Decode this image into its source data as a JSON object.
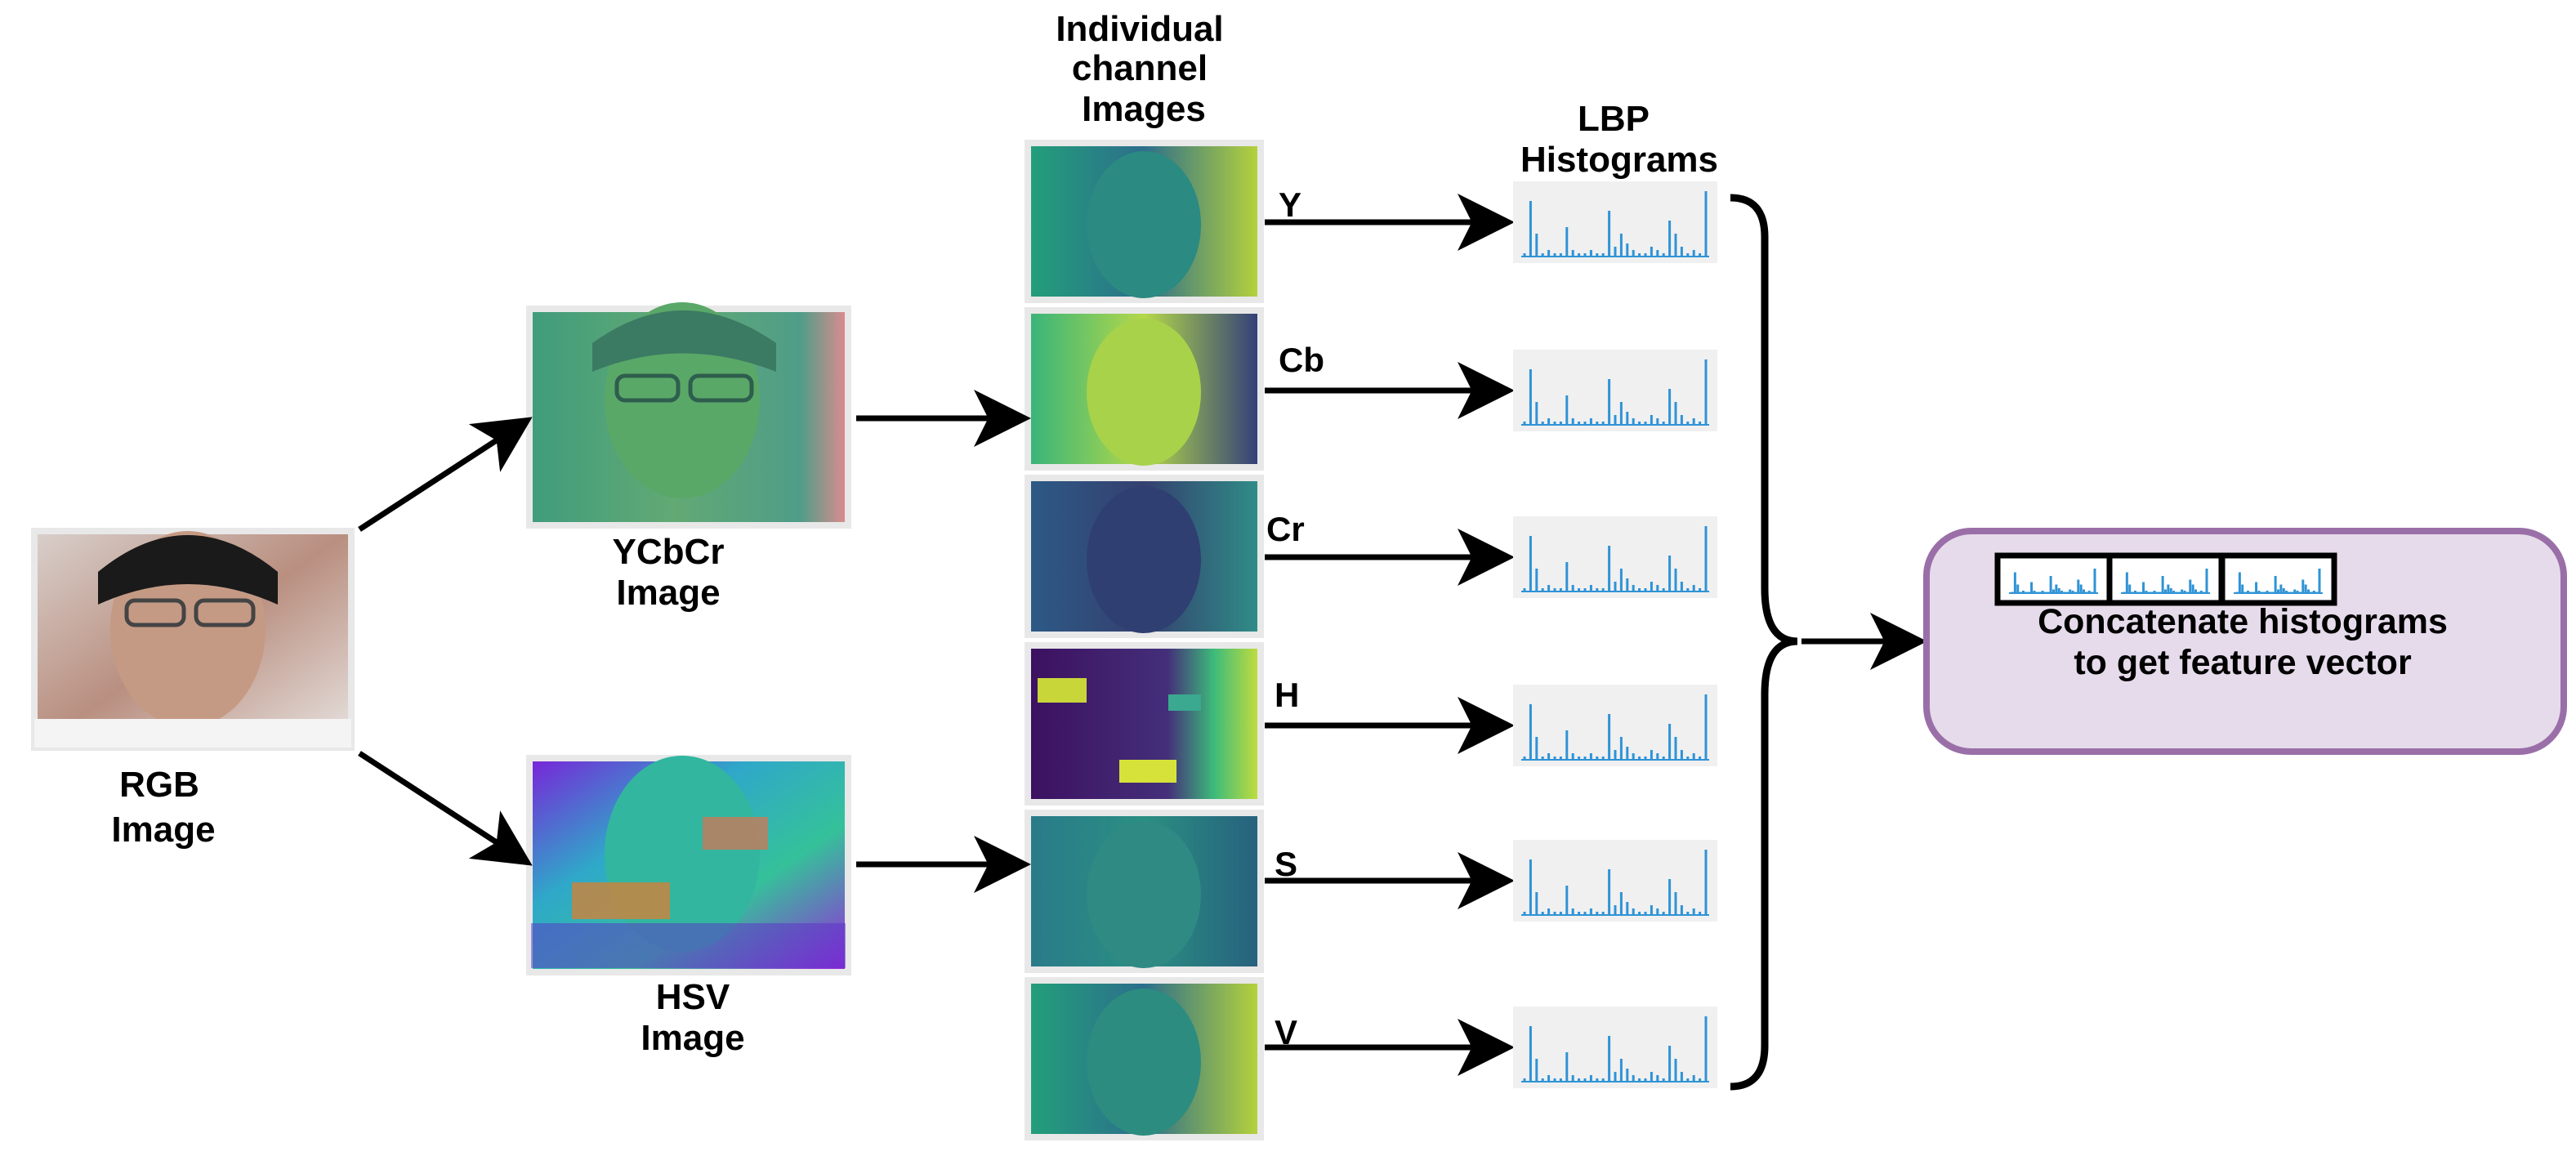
{
  "labels": {
    "rgb": [
      "RGB",
      "Image"
    ],
    "ycbcr": [
      "YCbCr",
      "Image"
    ],
    "hsv": [
      "HSV",
      "Image"
    ],
    "channels_title": [
      "Individual",
      "channel",
      "Images"
    ],
    "lbp_title": [
      "LBP",
      "Histograms"
    ],
    "concat": [
      "Concatenate histograms",
      "to get feature vector"
    ]
  },
  "channels": [
    "Y",
    "Cb",
    "Cr",
    "H",
    "S",
    "V"
  ],
  "colors": {
    "box_fill": "#e6dbea",
    "box_stroke": "#9a6fa8",
    "hist_spike": "#2f93d6",
    "hist_bg": "#f0f0f0"
  },
  "icons": [
    "face-photo-rgb",
    "face-photo-ycbcr",
    "face-photo-hsv",
    "channel-thumbnail",
    "histogram-thumbnail",
    "curly-brace"
  ]
}
